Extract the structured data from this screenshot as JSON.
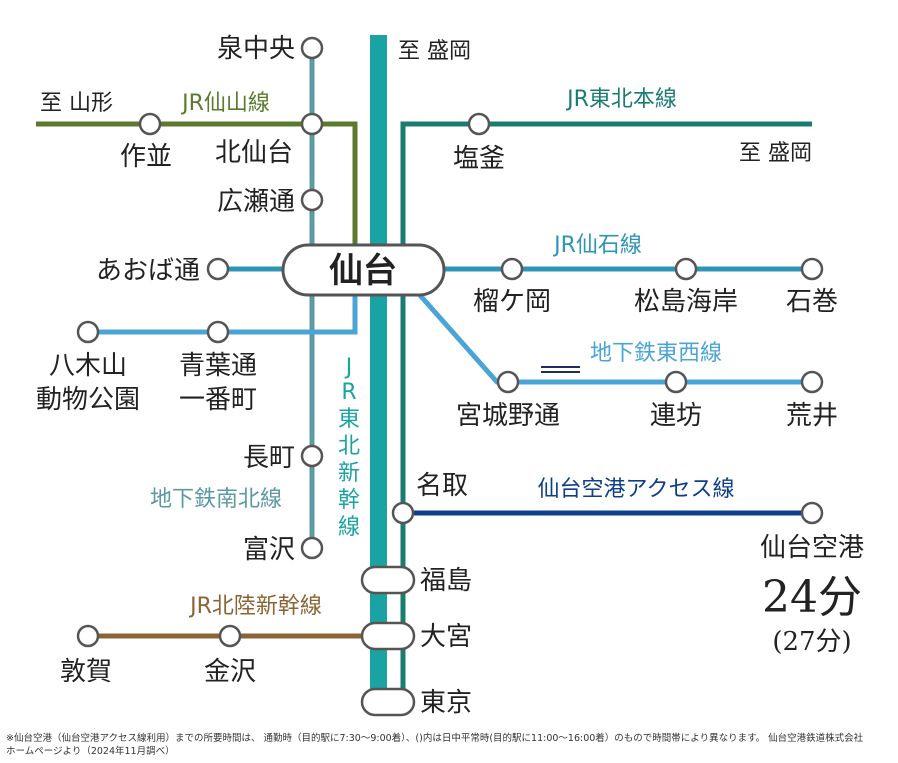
{
  "colors": {
    "shinkansen": "#1ba3a3",
    "tohoku_honsen": "#1a7c70",
    "senzan": "#5b7a2c",
    "senseki": "#2f95b4",
    "namboku": "#5b9aa0",
    "tozai": "#4aa5d6",
    "airport": "#0f3e8a",
    "hokuriku": "#8a6434"
  },
  "lines": {
    "senzan": "JR仙山線",
    "tohoku_honsen": "JR東北本線",
    "senseki": "JR仙石線",
    "tozai": "地下鉄東西線",
    "namboku": "地下鉄南北線",
    "airport": "仙台空港アクセス線",
    "hokuriku": "JR北陸新幹線",
    "shinkansen": [
      "J",
      "R",
      "東",
      "北",
      "新",
      "幹",
      "線"
    ]
  },
  "directions": {
    "morioka_top": "至 盛岡",
    "yamagata": "至 山形",
    "morioka_right": "至 盛岡"
  },
  "stations": {
    "izumi_chuo": "泉中央",
    "sakunami": "作並",
    "kita_sendai": "北仙台",
    "hirosedori": "広瀬通",
    "aobadori": "あおば通",
    "sendai": "仙台",
    "shiogama": "塩釜",
    "rikuzen_haranomachi": "榴ケ岡",
    "matsushima_kaigan": "松島海岸",
    "ishinomaki": "石巻",
    "yagiyama_1": "八木山",
    "yagiyama_2": "動物公園",
    "aoba_ichi_1": "青葉通",
    "aoba_ichi_2": "一番町",
    "miyagino": "宮城野通",
    "rembo": "連坊",
    "arai": "荒井",
    "nagamachi": "長町",
    "tomizawa": "富沢",
    "natori": "名取",
    "sendai_airport": "仙台空港",
    "fukushima": "福島",
    "omiya": "大宮",
    "tokyo": "東京",
    "tsuruga": "敦賀",
    "kanazawa": "金沢"
  },
  "airport_time": {
    "main": "24分",
    "offpeak": "(27分)"
  },
  "footnote": {
    "line1": "※仙台空港（仙台空港アクセス線利用）までの所要時間は、 通勤時（目的駅に7:30～9:00着）、()内は日中平常時(目的駅に11:00～16:00着）のもので時間帯により異なります。 仙台空港鉄道株式会社",
    "line2": "ホームページより（2024年11月調べ）"
  }
}
